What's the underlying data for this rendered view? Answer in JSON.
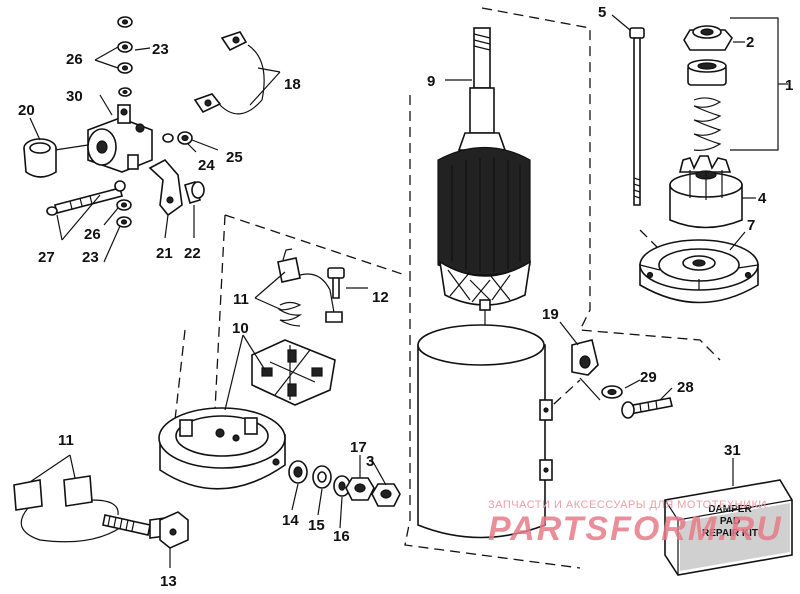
{
  "callouts": {
    "c1": "1",
    "c2": "2",
    "c3": "3",
    "c4": "4",
    "c5": "5",
    "c7": "7",
    "c9": "9",
    "c10": "10",
    "c11a": "11",
    "c11b": "11",
    "c12": "12",
    "c13": "13",
    "c14": "14",
    "c15": "15",
    "c16": "16",
    "c17": "17",
    "c18": "18",
    "c19": "19",
    "c20": "20",
    "c21": "21",
    "c22": "22",
    "c23a": "23",
    "c23b": "23",
    "c24": "24",
    "c25": "25",
    "c26a": "26",
    "c26b": "26",
    "c27": "27",
    "c28": "28",
    "c29": "29",
    "c30": "30",
    "c31": "31"
  },
  "kit": {
    "line1": "DAMPER",
    "line2": "PAD",
    "line3": "REPAIR KIT"
  },
  "watermark": {
    "tagline": "ЗАПЧАСТИ И АКСЕССУАРЫ ДЛЯ МОТОТЕХНИКИ",
    "brand": "PARTSFORM.RU"
  },
  "colors": {
    "ink": "#111111",
    "watermark": "#e77b88"
  }
}
